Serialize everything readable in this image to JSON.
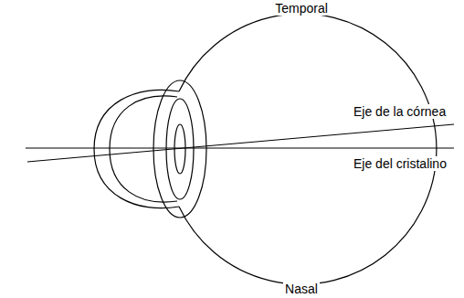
{
  "diagram": {
    "labels": [
      "Temporal",
      "Eje de la córnea",
      "Eje del cristalino",
      "Nasal"
    ]
  }
}
